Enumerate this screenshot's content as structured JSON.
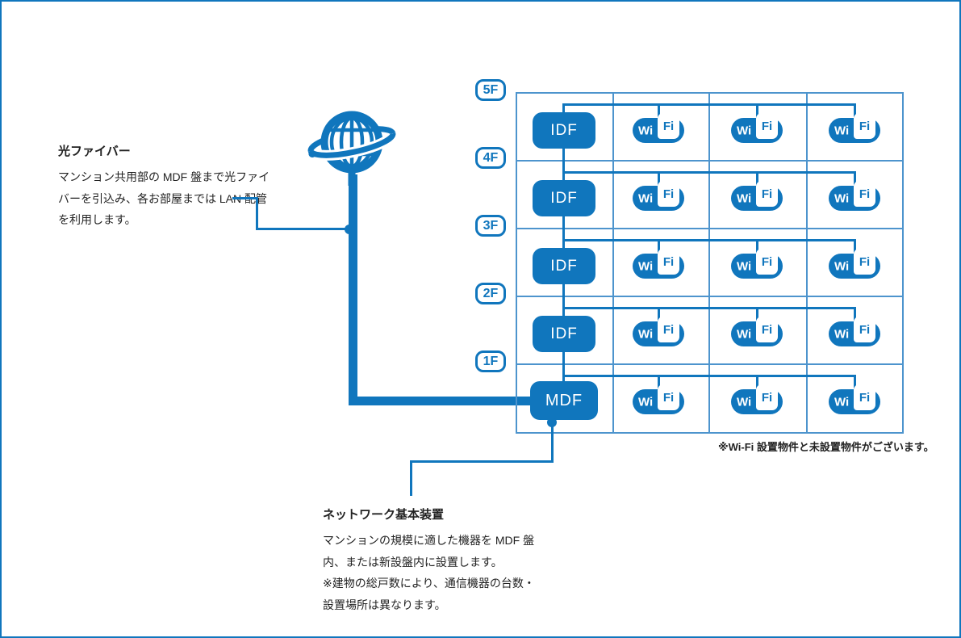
{
  "colors": {
    "primary_blue": "#1076bd",
    "grid_blue": "#4d94cd",
    "text_dark": "#222222"
  },
  "icons": {
    "internet": "globe-icon",
    "access_point": "wifi-badge-icon"
  },
  "annotations": {
    "fiber": {
      "title": "光ファイバー",
      "body_lines": [
        "マンション共用部の MDF 盤まで光ファイ",
        "バーを引込み、各お部屋までは LAN 配管",
        "を利用します。"
      ]
    },
    "network": {
      "title": "ネットワーク基本装置",
      "body_lines": [
        "マンションの規模に適した機器を MDF 盤",
        "内、または新設盤内に設置します。",
        "※建物の総戸数により、通信機器の台数・",
        "設置場所は異なります。"
      ]
    },
    "wifi_note": "※Wi-Fi 設置物件と未設置物件がございます。"
  },
  "diagram": {
    "floors": [
      {
        "label": "5F",
        "box": "IDF"
      },
      {
        "label": "4F",
        "box": "IDF"
      },
      {
        "label": "3F",
        "box": "IDF"
      },
      {
        "label": "2F",
        "box": "IDF"
      },
      {
        "label": "1F",
        "box": "MDF"
      }
    ],
    "wifi": {
      "wi": "Wi",
      "fi": "Fi"
    }
  }
}
